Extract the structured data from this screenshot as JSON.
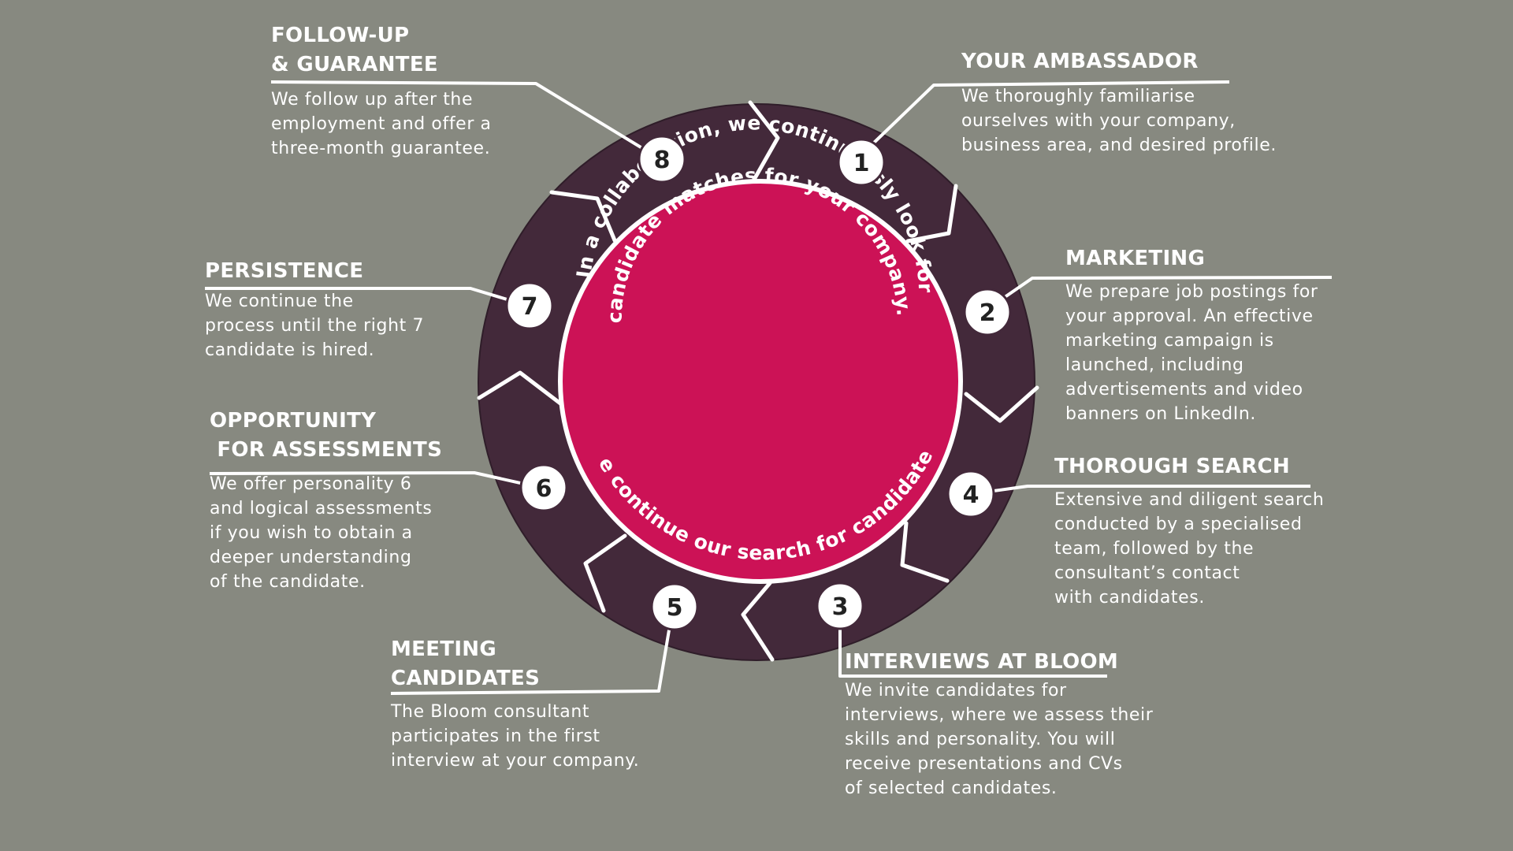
{
  "center": {
    "top_arc_line1": "In a collaboration, we continuously look for",
    "top_arc_line2": "candidate matches for your company.",
    "bottom_arc": "We continue our search for candidates"
  },
  "steps": [
    {
      "number": "1",
      "title": "YOUR AMBASSADOR",
      "body": "We thoroughly familiarise\nourselves with your company,\nbusiness area, and desired profile."
    },
    {
      "number": "2",
      "title": "MARKETING",
      "body": "We prepare job postings for\nyour approval. An effective\nmarketing campaign is\nlaunched, including\nadvertisements and video\nbanners on LinkedIn."
    },
    {
      "number": "3",
      "title": "INTERVIEWS AT BLOOM",
      "body": "We invite candidates for\ninterviews, where we assess their\nskills and personality. You will\nreceive presentations and CVs\nof selected candidates."
    },
    {
      "number": "4",
      "title": "THOROUGH SEARCH",
      "body": "Extensive and diligent search\nconducted by a specialised\nteam, followed by the\nconsultant’s contact\nwith candidates."
    },
    {
      "number": "5",
      "title": "MEETING\nCANDIDATES",
      "body": "The Bloom consultant\nparticipates in the first\ninterview at your company."
    },
    {
      "number": "6",
      "title": "OPPORTUNITY\n FOR ASSESSMENTS",
      "body": "We offer personality 6\nand logical assessments\nif you wish to obtain a\ndeeper understanding\nof the candidate."
    },
    {
      "number": "7",
      "title": "PERSISTENCE",
      "body": "We continue the\nprocess until the right 7\ncandidate is hired."
    },
    {
      "number": "8",
      "title": "FOLLOW-UP\n& GUARANTEE",
      "body": "We follow up after the\nemployment and offer a\nthree-month guarantee."
    }
  ],
  "colors": {
    "background": "#878980",
    "ring": "#43293a",
    "center": "#cc1256",
    "line": "#ffffff",
    "badge": "#ffffff"
  }
}
